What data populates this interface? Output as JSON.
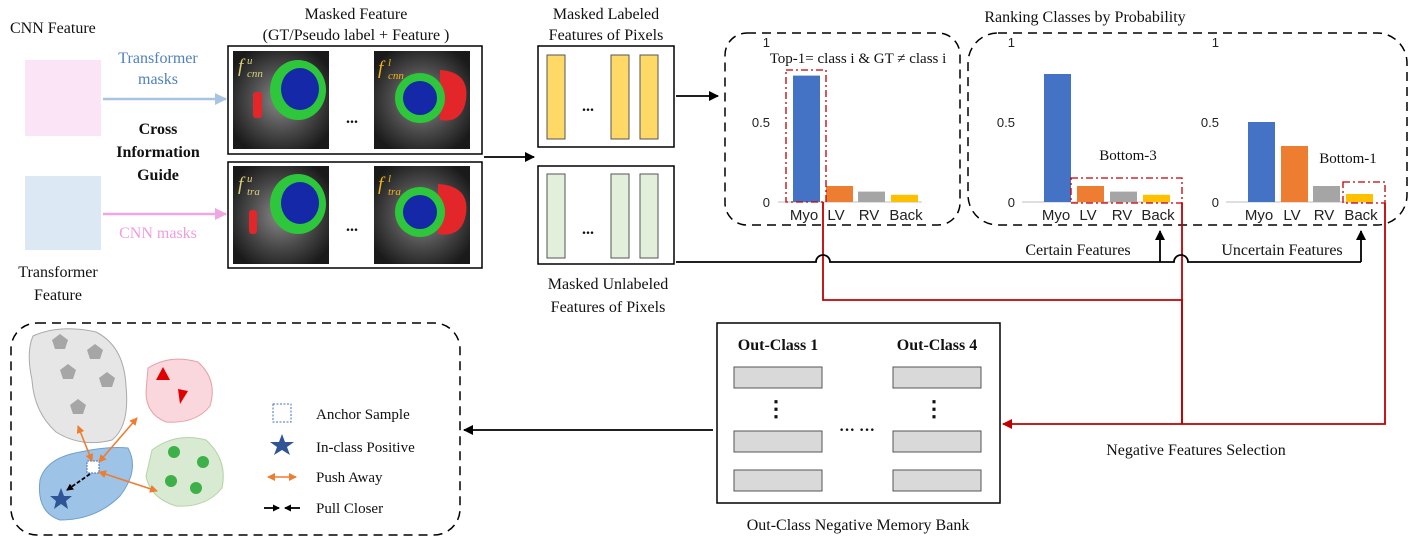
{
  "labels": {
    "cnn_feature": "CNN Feature",
    "transformer_masks_1": "Transformer",
    "transformer_masks_2": "masks",
    "cross_1": "Cross",
    "cross_2": "Information",
    "cross_3": "Guide",
    "cnn_masks": "CNN masks",
    "transformer_feature_1": "Transformer",
    "transformer_feature_2": "Feature",
    "masked_feature_1": "Masked Feature",
    "masked_feature_2": "(GT/Pseudo label + Feature )",
    "f_cnn_u_base": "f",
    "f_cnn_u_sup": "u",
    "f_cnn_u_sub": "cnn",
    "f_cnn_l_base": "f",
    "f_cnn_l_sup": "l",
    "f_cnn_l_sub": "cnn",
    "f_tra_u_base": "f",
    "f_tra_u_sup": "u",
    "f_tra_u_sub": "tra",
    "f_tra_l_base": "f",
    "f_tra_l_sup": "l",
    "f_tra_l_sub": "tra",
    "ellipsis": "...",
    "masked_labeled_1": "Masked Labeled",
    "masked_labeled_2": "Features of Pixels",
    "masked_unlabeled_1": "Masked Unlabeled",
    "masked_unlabeled_2": "Features of Pixels",
    "ranking_title": "Ranking Classes by Probability",
    "top1_note": "Top-1= class i & GT ≠ class i",
    "bottom3": "Bottom-3",
    "bottom1": "Bottom-1",
    "certain_features": "Certain Features",
    "uncertain_features": "Uncertain Features",
    "out_class_1": "Out-Class 1",
    "out_class_4": "Out-Class 4",
    "vdots": "⋮",
    "hdots": "···  ···",
    "negative_selection": "Negative Features Selection",
    "memory_bank": "Out-Class Negative Memory Bank",
    "legend_anchor": "Anchor Sample",
    "legend_positive": "In-class Positive",
    "legend_push": "Push Away",
    "legend_pull": "Pull Closer"
  },
  "colors": {
    "cnn_feature_box": "#FCE4F7",
    "transformer_feature_box": "#DDE8F5",
    "transformer_masks_arrow": "#A9C4E2",
    "cnn_masks_arrow": "#F0A6E2",
    "labeled_bar": "#FFD966",
    "unlabeled_bar": "#E2EFDA",
    "memory_slot": "#D9D9D9",
    "red_line": "#C00000",
    "myo": "#4472C4",
    "lv": "#ED7D31",
    "rv": "#A5A5A5",
    "back": "#FFC000",
    "push_arrow": "#ED7D31",
    "cluster_gray": "#E7E6E6",
    "cluster_red": "#FAD7DC",
    "cluster_green": "#D9EAD3",
    "cluster_blue": "#9DC3E6",
    "heart_green": "#2EC63A",
    "heart_blue": "#1428A8",
    "heart_red": "#E3262A"
  },
  "chart_data": [
    {
      "type": "bar",
      "categories": [
        "Myo",
        "LV",
        "RV",
        "Back"
      ],
      "values": [
        0.79,
        0.1,
        0.065,
        0.045
      ],
      "ylim": [
        0,
        1
      ],
      "yticks": [
        "0",
        "0.5",
        "1"
      ],
      "annotation": "Top-1= class i & GT ≠ class i"
    },
    {
      "type": "bar",
      "categories": [
        "Myo",
        "LV",
        "RV",
        "Back"
      ],
      "values": [
        0.8,
        0.1,
        0.065,
        0.045
      ],
      "ylim": [
        0,
        1
      ],
      "yticks": [
        "0",
        "0.5",
        "1"
      ],
      "annotation": "Bottom-3"
    },
    {
      "type": "bar",
      "categories": [
        "Myo",
        "LV",
        "RV",
        "Back"
      ],
      "values": [
        0.5,
        0.35,
        0.1,
        0.05
      ],
      "ylim": [
        0,
        1
      ],
      "yticks": [
        "0",
        "0.5",
        "1"
      ],
      "annotation": "Bottom-1"
    }
  ]
}
